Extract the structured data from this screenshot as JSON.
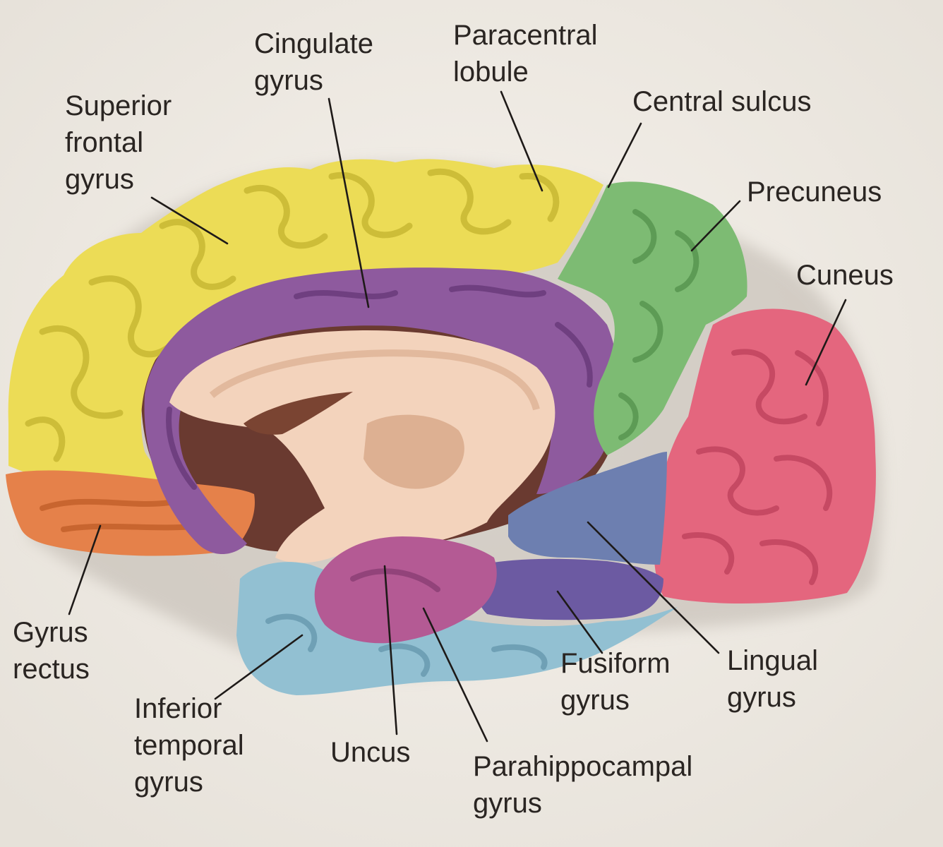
{
  "labels": {
    "superior_frontal_gyrus": [
      "Superior",
      "frontal",
      "gyrus"
    ],
    "cingulate_gyrus": [
      "Cingulate",
      "gyrus"
    ],
    "paracentral_lobule": [
      "Paracentral",
      "lobule"
    ],
    "central_sulcus": [
      "Central sulcus"
    ],
    "precuneus": [
      "Precuneus"
    ],
    "cuneus": [
      "Cuneus"
    ],
    "gyrus_rectus": [
      "Gyrus",
      "rectus"
    ],
    "inferior_temporal_gyrus": [
      "Inferior",
      "temporal",
      "gyrus"
    ],
    "uncus": [
      "Uncus"
    ],
    "parahippocampal_gyrus": [
      "Parahippocampal",
      "gyrus"
    ],
    "fusiform_gyrus": [
      "Fusiform",
      "gyrus"
    ],
    "lingual_gyrus": [
      "Lingual",
      "gyrus"
    ]
  },
  "region_colors": {
    "frontal": "#ecdc56",
    "cingulate": "#8e5a9e",
    "precuneus": "#7dbb73",
    "cuneus": "#e4667e",
    "rectus": "#e5814a",
    "inferior_temporal": "#92c0d2",
    "uncus": "#b45a94",
    "parahippocampal": "#6c5aa2",
    "fusiform": "#6d7fb0",
    "corpus_callosum": "#f3d3bc",
    "background": "#eeeae3"
  }
}
